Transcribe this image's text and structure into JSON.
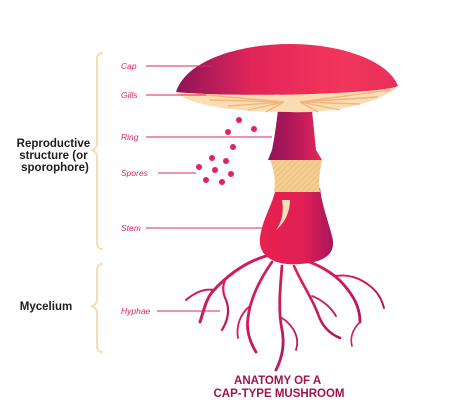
{
  "groups": {
    "reproductive": [
      "Reproductive",
      "structure (or",
      "sporophore)"
    ],
    "mycelium": "Mycelium"
  },
  "parts": {
    "cap": "Cap",
    "gills": "Gills",
    "ring": "Ring",
    "spores": "Spores",
    "stem": "Stem",
    "hyphae": "Hyphae"
  },
  "title": [
    "ANATOMY OF A",
    "CAP-TYPE MUSHROOM"
  ],
  "colors": {
    "label_text": "#e0245e",
    "leader_line": "#e0245e",
    "brace": "#f6ddb4",
    "cap_red": "#ee2a56",
    "cap_purple": "#a3195b",
    "gills": "#f9ddb3",
    "ring": "#f0c88c",
    "title": "#a0144d",
    "group_text": "#1e1e1e"
  }
}
